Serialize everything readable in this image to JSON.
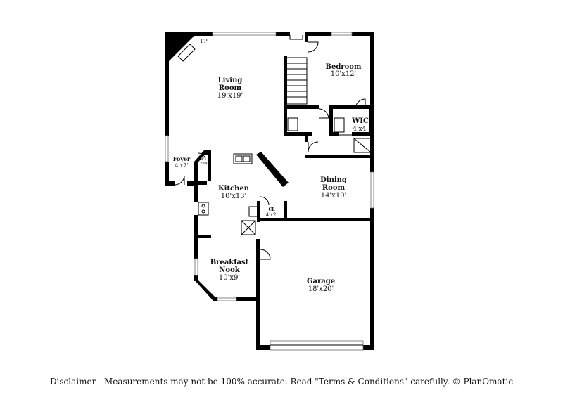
{
  "rooms": {
    "living": {
      "name_line1": "Living",
      "name_line2": "Room",
      "size": "19'x19'"
    },
    "bedroom": {
      "name": "Bedroom",
      "size": "10'x12'"
    },
    "wic": {
      "name": "WIC",
      "size": "4'x4'"
    },
    "foyer": {
      "name": "Foyer",
      "size": "4'x7'"
    },
    "closet_foyer": {
      "name": "CL",
      "size": "2'x4'"
    },
    "kitchen": {
      "name": "Kitchen",
      "size": "10'x13'"
    },
    "dining": {
      "name_line1": "Dining",
      "name_line2": "Room",
      "size": "14'x10'"
    },
    "closet_kitchen": {
      "name": "CL",
      "size": "4'x2'"
    },
    "breakfast": {
      "name_line1": "Breakfast",
      "name_line2": "Nook",
      "size": "10'x9'"
    },
    "garage": {
      "name": "Garage",
      "size": "18'x20'"
    }
  },
  "fireplace_label": "FP",
  "disclaimer": "Disclaimer - Measurements may not be 100% accurate. Read \"Terms & Conditions\" carefully. © PlanOmatic"
}
